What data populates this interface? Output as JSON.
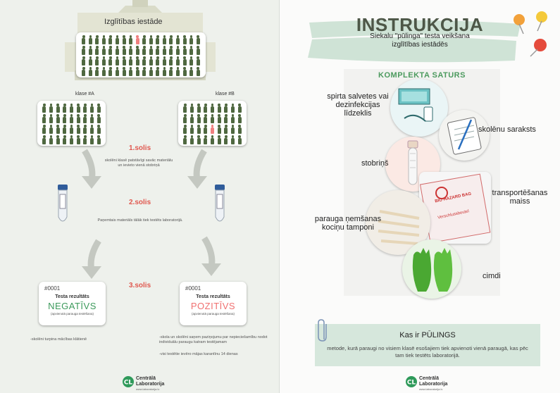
{
  "left": {
    "school_label": "Izglītības iestāde",
    "class_a": "klase #A",
    "class_b": "klase #B",
    "step1": {
      "title": "1.solis",
      "text": "skolēni klasē patstāvīgi savāc materiālu un ievieto vienā stobriņā"
    },
    "step2": {
      "title": "2.solis",
      "text": "Paņemtais materiāls tālāk tiek testēts laboratorijā."
    },
    "step3": {
      "title": "3.solis"
    },
    "result_neg": {
      "id": "#0001",
      "label": "Testa rezultāts",
      "value": "NEGATĪVS",
      "sub": "(apvienotā parauga testēšana)"
    },
    "result_pos": {
      "id": "#0001",
      "label": "Testa rezultāts",
      "value": "POZITĪVS",
      "sub": "(apvienotā parauga testēšana)"
    },
    "neg_text": "-skolēni turpina mācības klātienē",
    "pos_text_1": "-skola un skolēni saņem paziņojumu par nepieciešamību nodot individuālu paraugu katram testējamam",
    "pos_text_2": "-visi testētie ievēro mājas karantīnu 14 dienas",
    "logo_line1": "Centrālā",
    "logo_line2": "Laboratorija",
    "logo_url": "www.laboratorija.lv"
  },
  "right": {
    "title": "INSTRUKCIJA",
    "subtitle_1": "Siekalu \"pūlinga\" testa veikšana",
    "subtitle_2": "izglītības iestādēs",
    "kit_header": "KOMPLEKTA SATURS",
    "items": {
      "wipes": "spirta salvetes vai dezinfekcijas līdzeklis",
      "list": "skolēnu saraksts",
      "tube": "stobriņš",
      "bag": "transportēšanas maiss",
      "swabs": "parauga ņemšanas kociņu tamponi",
      "gloves": "cimdi"
    },
    "bag_print_1": "BIO HAZARD BAG",
    "bag_print_2": "Verschlussbeutel",
    "what_title": "Kas ir PŪLINGS",
    "what_text": "metode, kurā paraugi no visiem klasē esošajiem tiek apvienoti vienā paraugā, kas pēc tam tiek testēts laboratorijā.",
    "logo_line1": "Centrālā",
    "logo_line2": "Laboratorija",
    "logo_url": "www.laboratorija.lv"
  },
  "colors": {
    "left_bg": "#eef1ec",
    "figure": "#4f6840",
    "figure_highlight": "#f08080",
    "step_title": "#e0584f",
    "negative": "#3c9a5b",
    "positive": "#f07070",
    "brush": "#cfe3d6"
  },
  "icons": [
    "school-building-icon",
    "person-icon",
    "arrow-down-icon",
    "test-tube-icon",
    "pushpin-icon",
    "paperclip-icon",
    "logo-icon"
  ]
}
